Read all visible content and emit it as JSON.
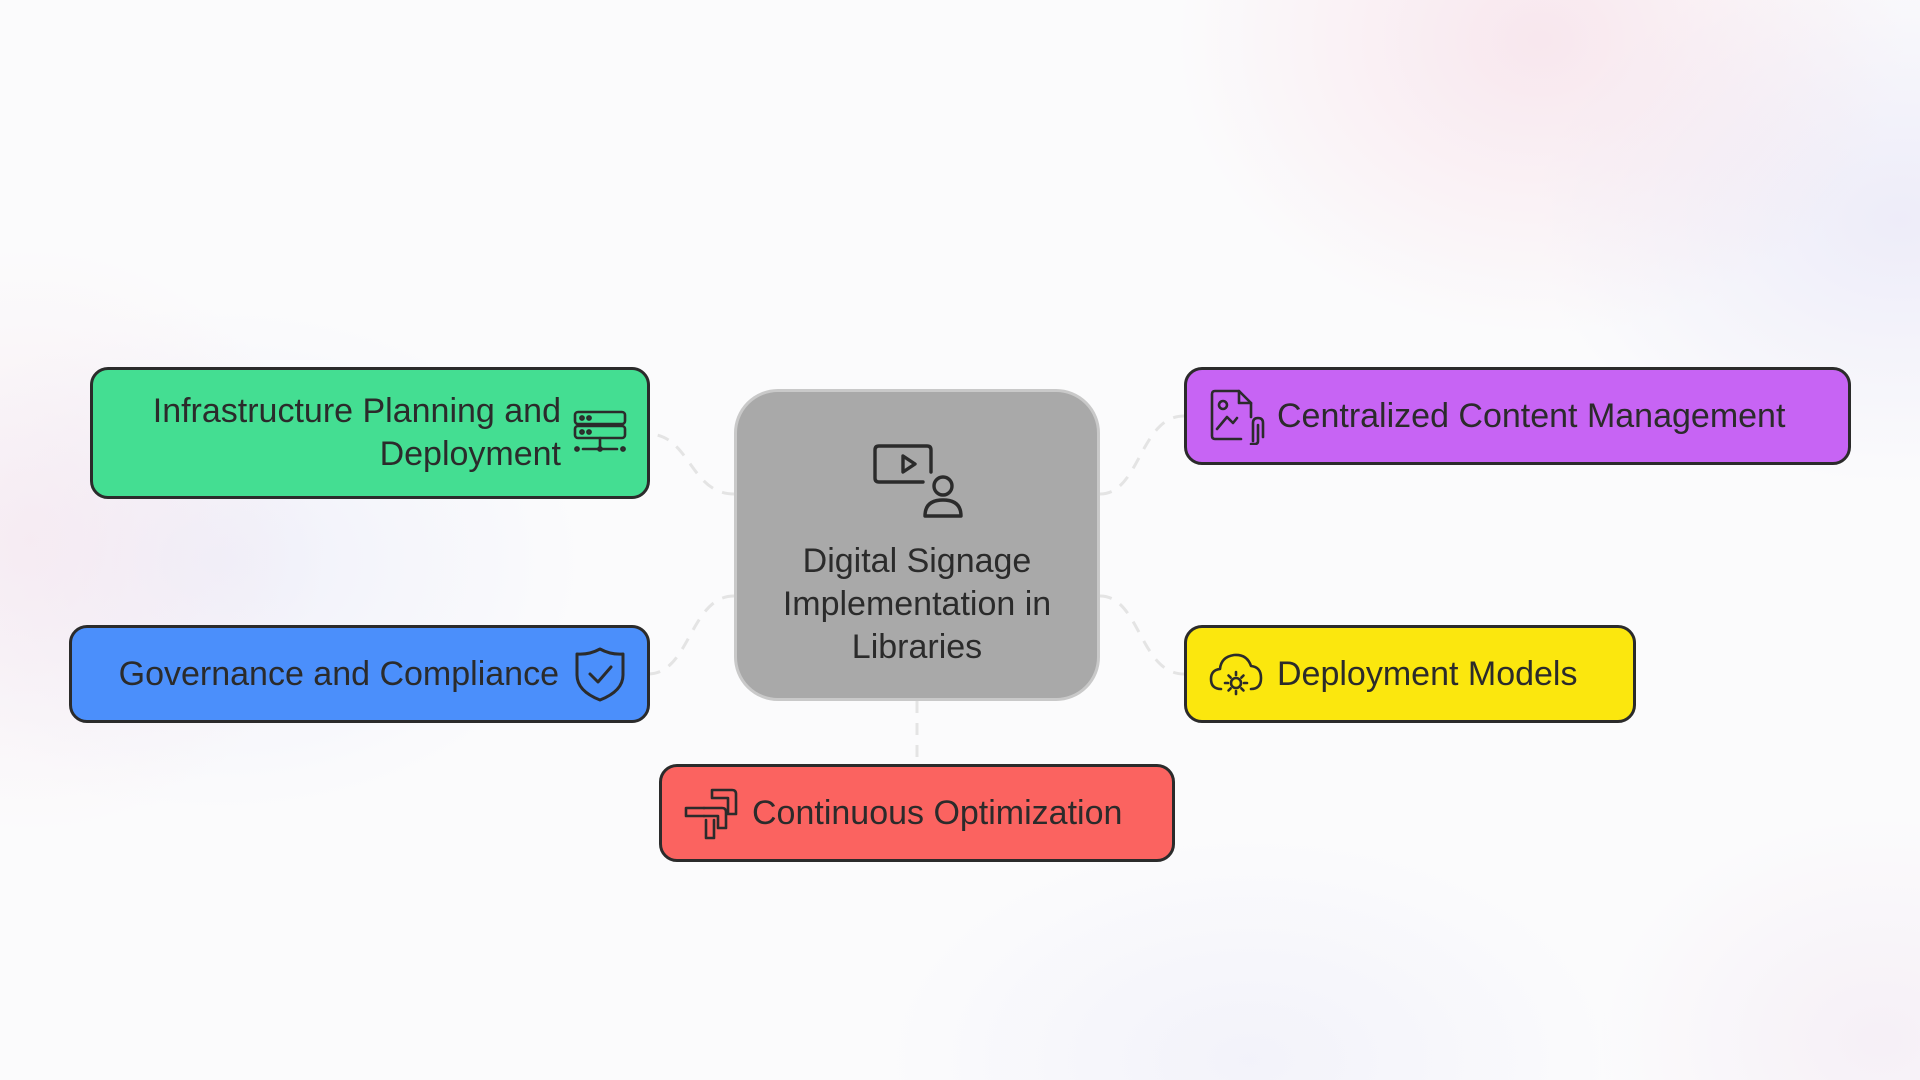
{
  "diagram": {
    "center": {
      "title": "Digital Signage Implementation in Libraries",
      "icon": "video-person-icon",
      "color": "#a9a9a9"
    },
    "nodes": [
      {
        "id": "infrastructure",
        "label": "Infrastructure Planning and Deployment",
        "icon": "server-network-icon",
        "color": "#44de92"
      },
      {
        "id": "governance",
        "label": "Governance and Compliance",
        "icon": "shield-check-icon",
        "color": "#4b8ffb"
      },
      {
        "id": "content",
        "label": "Centralized Content Management",
        "icon": "document-image-attachment-icon",
        "color": "#c764f4"
      },
      {
        "id": "deployment-models",
        "label": "Deployment Models",
        "icon": "cloud-gear-icon",
        "color": "#fbe70e"
      },
      {
        "id": "optimization",
        "label": "Continuous Optimization",
        "icon": "turn-arrows-icon",
        "color": "#fb6360"
      }
    ]
  }
}
